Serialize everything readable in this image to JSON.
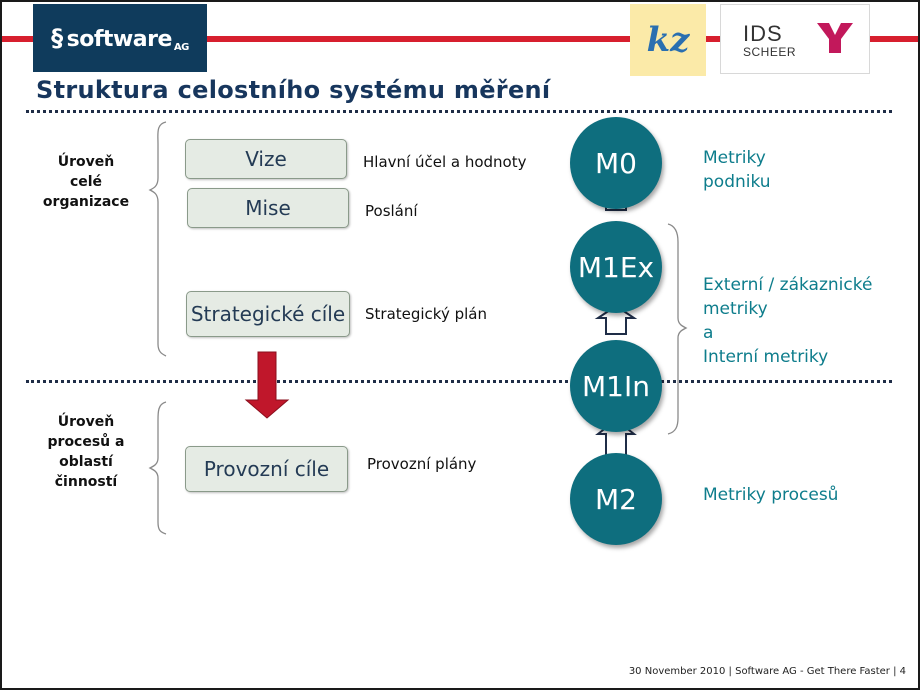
{
  "header": {
    "logo_text": "software",
    "logo_suffix": "AG",
    "partner1_text": "kz",
    "partner2_line1": "IDS",
    "partner2_line2": "SCHEER"
  },
  "title": "Struktura celostního systému měření",
  "levels": {
    "organization": [
      "Úroveň",
      "celé",
      "organizace"
    ],
    "process": [
      "Úroveň",
      "procesů a",
      "oblastí",
      "činností"
    ]
  },
  "boxes": {
    "vize": "Vize",
    "mise": "Mise",
    "strategicke": "Strategické cíle",
    "provozni": "Provozní cíle"
  },
  "box_labels": {
    "vize": "Hlavní účel a hodnoty",
    "mise": "Poslání",
    "strategicke": "Strategický plán",
    "provozni": "Provozní plány"
  },
  "circles": {
    "m0": "M0",
    "m1ex": "M1Ex",
    "m1in": "M1In",
    "m2": "M2"
  },
  "metrics": {
    "m0": [
      "Metriky",
      "podniku"
    ],
    "m1": [
      "Externí / zákaznické",
      "metriky",
      "a",
      "Interní metriky"
    ],
    "m2": "Metriky procesů"
  },
  "colors": {
    "teal": "#0e6e7e",
    "red_arrow": "#c0172b",
    "title": "#17365d"
  },
  "footer": "30 November 2010  |  Software AG - Get There Faster  |  4"
}
